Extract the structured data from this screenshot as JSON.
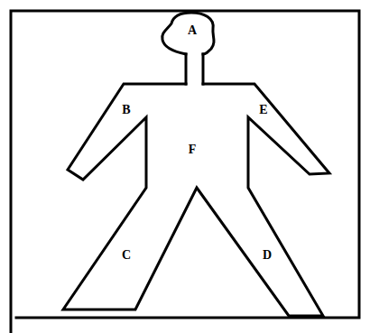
{
  "diagram": {
    "labels": [
      "A",
      "B",
      "E",
      "F",
      "C",
      "D"
    ]
  }
}
